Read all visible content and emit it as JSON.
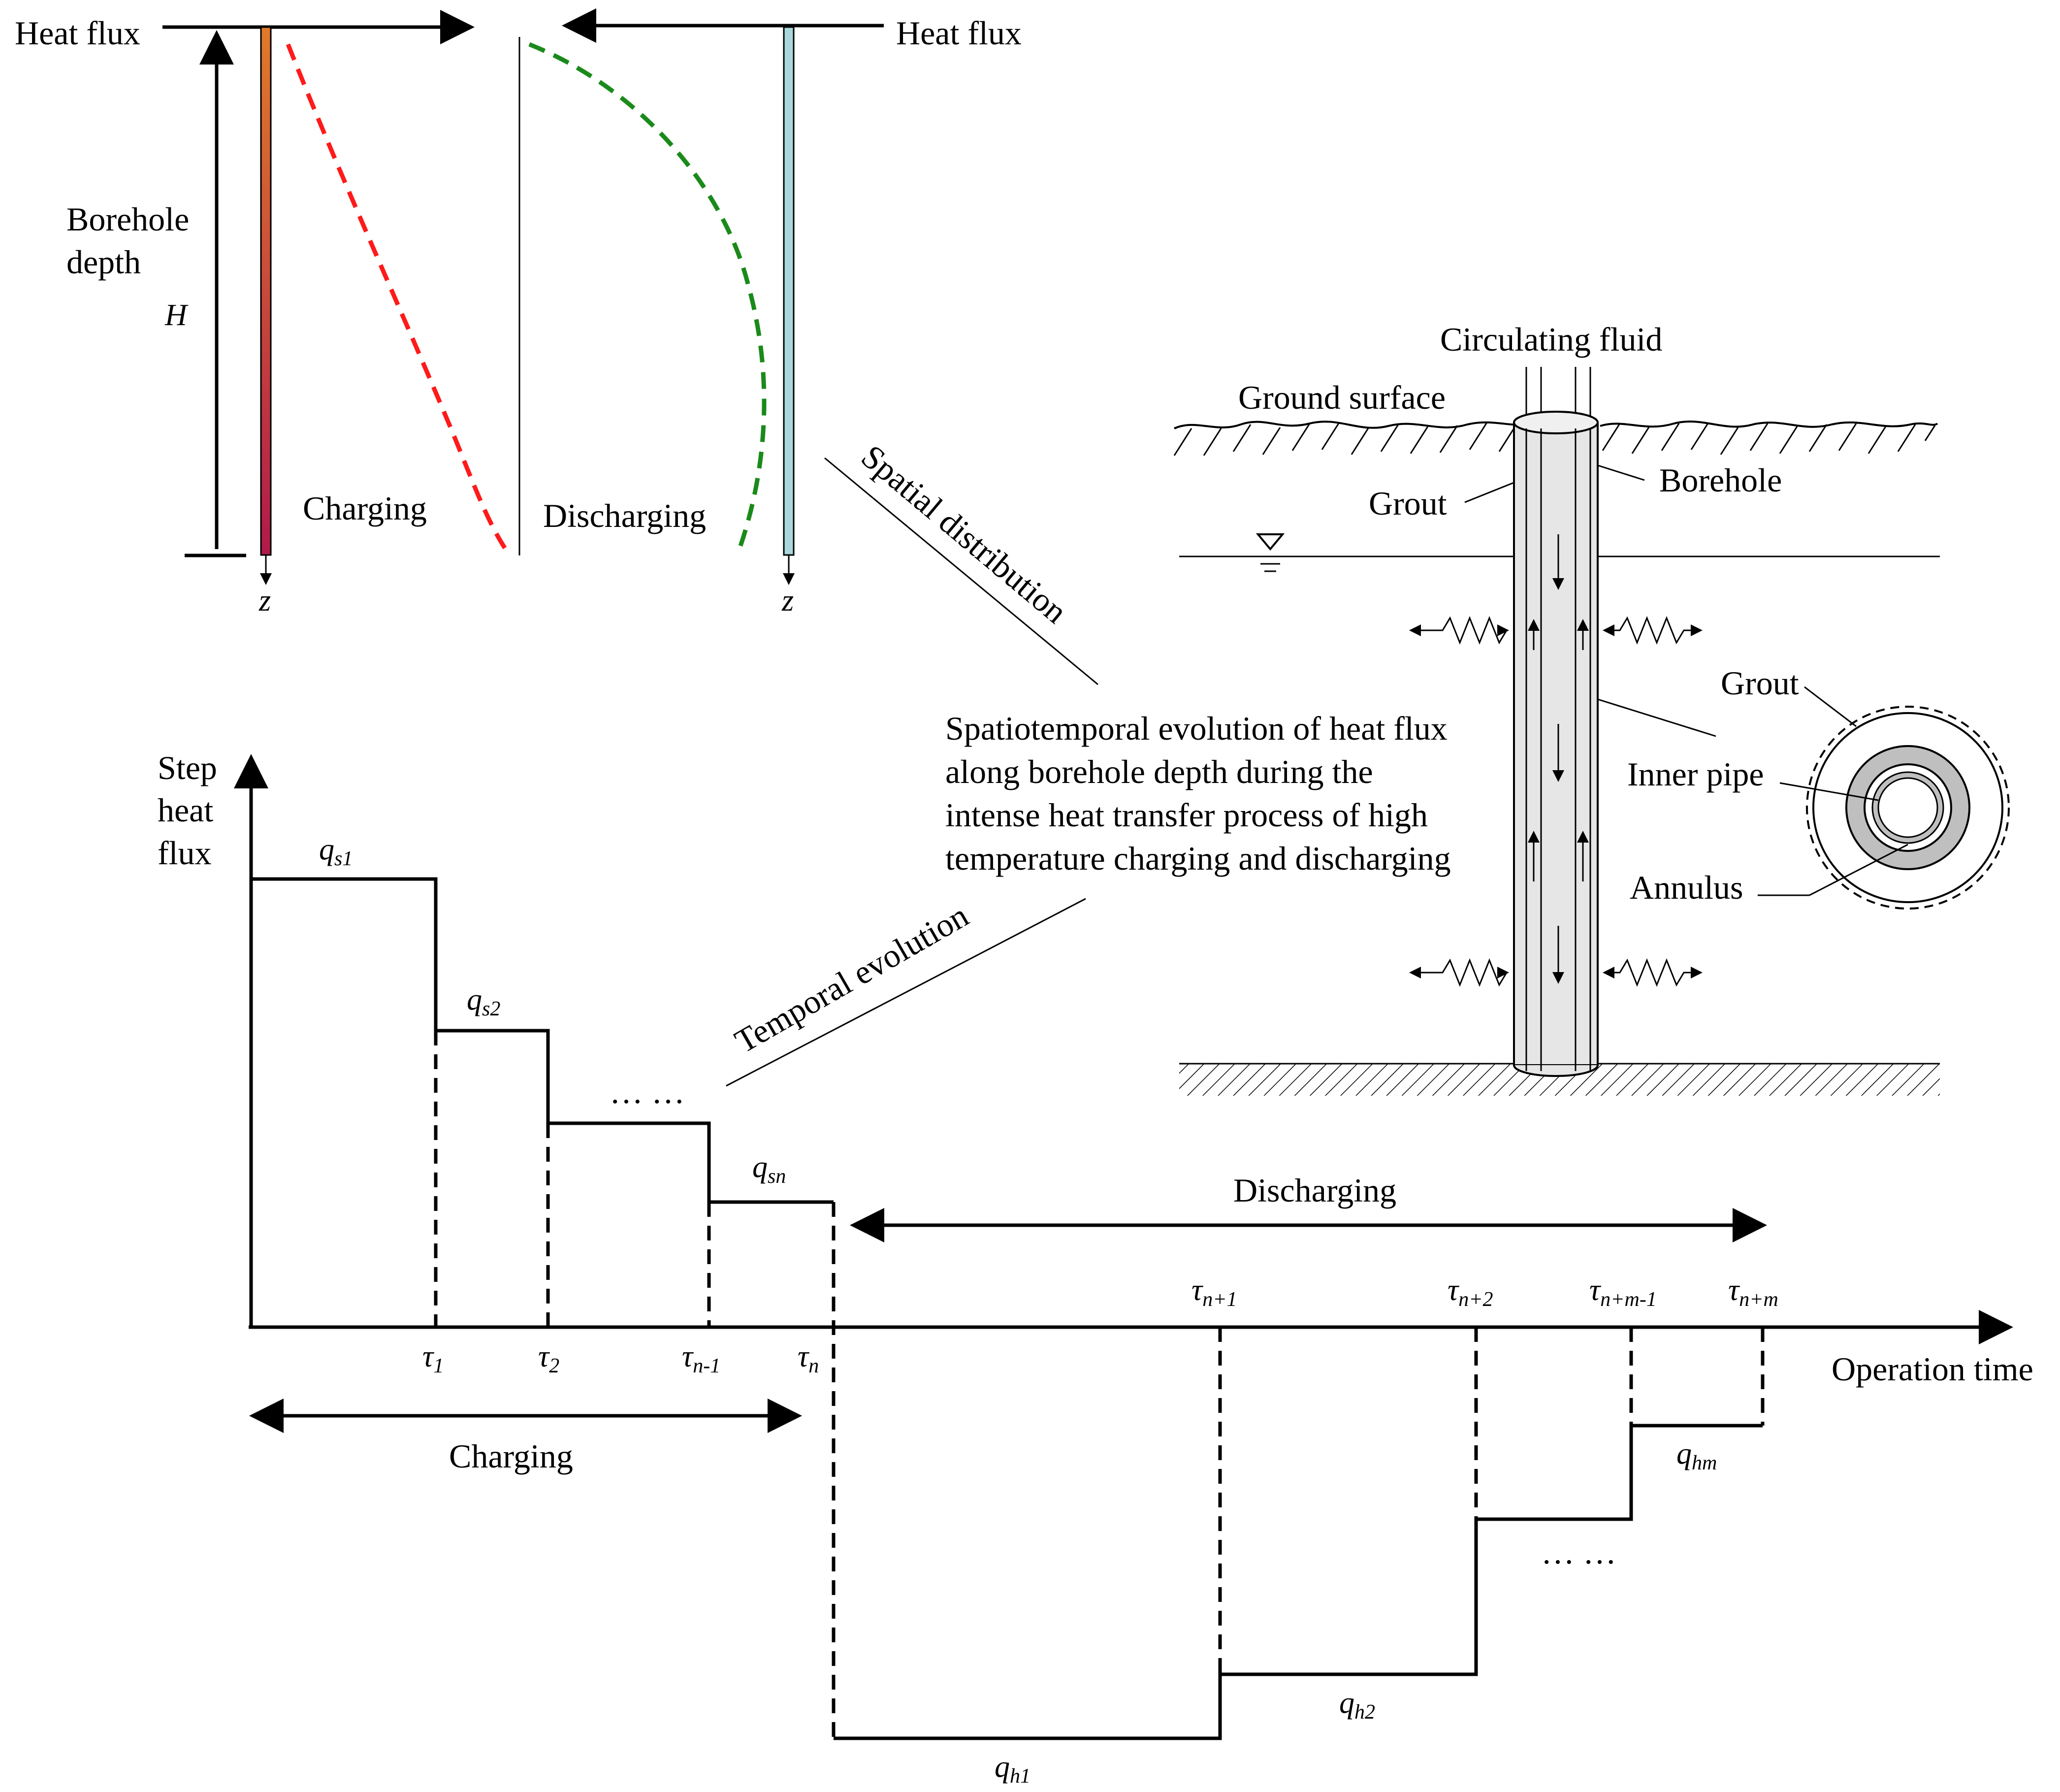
{
  "top_left": {
    "heat_flux_left": "Heat flux",
    "heat_flux_right": "Heat flux",
    "borehole_depth_line1": "Borehole",
    "borehole_depth_line2": "depth",
    "depth_symbol": "H",
    "charging": "Charging",
    "discharging": "Discharging",
    "z_axis": "z",
    "colors": {
      "charging_profile": "#ff1a1a",
      "discharging_profile": "#1a8a1a",
      "charging_pipe": "#c0282d",
      "discharging_pipe": "#a9d8dc"
    }
  },
  "connectors": {
    "spatial": "Spatial distribution",
    "temporal": "Temporal evolution",
    "description": [
      "Spatiotemporal evolution of heat flux",
      "along borehole depth during the",
      "intense heat transfer process of high",
      "temperature charging and discharging"
    ]
  },
  "borehole_diagram": {
    "circulating_fluid": "Circulating fluid",
    "ground_surface": "Ground surface",
    "grout_left": "Grout",
    "borehole": "Borehole",
    "grout_section": "Grout",
    "inner_pipe": "Inner pipe",
    "annulus": "Annulus"
  },
  "step_chart": {
    "y_label": [
      "Step",
      "heat",
      "flux"
    ],
    "x_label": "Operation time",
    "charging": "Charging",
    "discharging": "Discharging",
    "ellipsis": "… …",
    "charging_steps": [
      {
        "q": "q",
        "sub": "s1"
      },
      {
        "q": "q",
        "sub": "s2"
      },
      {
        "q": "q",
        "sub": "sn"
      }
    ],
    "discharging_steps": [
      {
        "q": "q",
        "sub": "h1"
      },
      {
        "q": "q",
        "sub": "h2"
      },
      {
        "q": "q",
        "sub": "hm"
      }
    ],
    "charging_ticks": [
      {
        "t": "τ",
        "sub": "1"
      },
      {
        "t": "τ",
        "sub": "2"
      },
      {
        "t": "τ",
        "sub": "n-1"
      },
      {
        "t": "τ",
        "sub": "n"
      }
    ],
    "discharging_ticks": [
      {
        "t": "τ",
        "sub": "n+1"
      },
      {
        "t": "τ",
        "sub": "n+2"
      },
      {
        "t": "τ",
        "sub": "n+m-1"
      },
      {
        "t": "τ",
        "sub": "n+m"
      }
    ]
  }
}
